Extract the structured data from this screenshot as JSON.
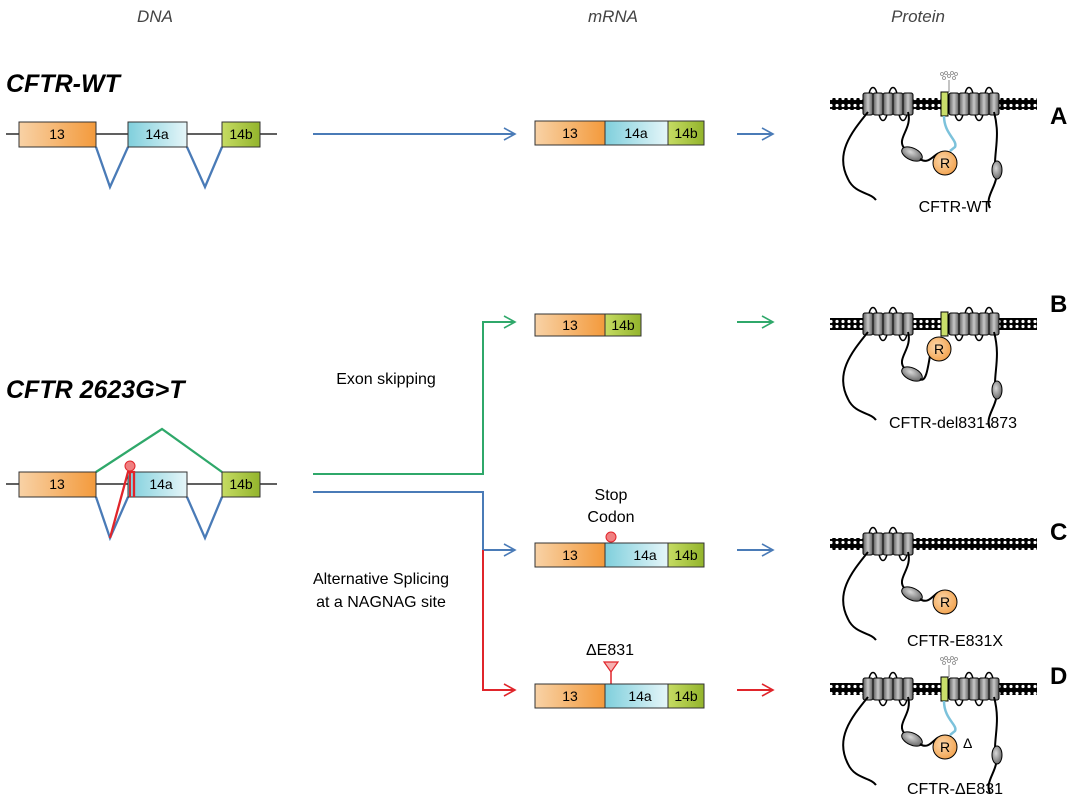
{
  "columns": {
    "dna": "DNA",
    "mrna": "mRNA",
    "protein": "Protein"
  },
  "sections": {
    "wt": "CFTR-WT",
    "mutant": "CFTR 2623G>T"
  },
  "exons": {
    "e13": "13",
    "e14a": "14a",
    "e14b": "14b"
  },
  "labels": {
    "exon_skipping": "Exon skipping",
    "alt_splicing_line1": "Alternative Splicing",
    "alt_splicing_line2": "at a NAGNAG site",
    "stop_line1": "Stop",
    "stop_line2": "Codon",
    "delta_e831": "ΔE831",
    "regulatory_domain": "R",
    "delta_symbol": "Δ"
  },
  "panels": {
    "a": "A",
    "b": "B",
    "c": "C",
    "d": "D"
  },
  "proteins": {
    "a": "CFTR-WT",
    "b": "CFTR-del831-873",
    "c": "CFTR-E831X",
    "d": "CFTR-ΔE831"
  },
  "colors": {
    "normal_splice": "#4a7bb7",
    "exon_skip": "#2fa86a",
    "alt_splice": "#e0252b",
    "exon13": "#f5a24a",
    "exon14a": "#8fd3df",
    "exon14b": "#a6c43a",
    "r_domain": "#f7b672"
  }
}
